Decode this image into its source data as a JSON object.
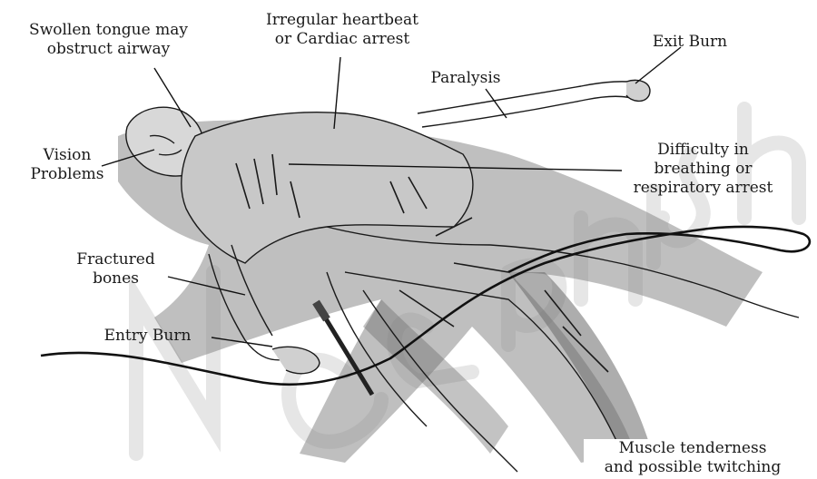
{
  "labels": {
    "swollen_tongue": [
      "Swollen tongue may",
      "obstruct airway"
    ],
    "heartbeat": [
      "Irregular heartbeat",
      "or Cardiac arrest"
    ],
    "exit_burn": [
      "Exit Burn"
    ],
    "paralysis": [
      "Paralysis"
    ],
    "vision": [
      "Vision",
      "Problems"
    ],
    "breathing": [
      "Difficulty in",
      "breathing or",
      "respiratory arrest"
    ],
    "fractured": [
      "Fractured",
      "bones"
    ],
    "entry_burn": [
      "Entry Burn"
    ],
    "muscle": [
      "Muscle tenderness",
      "and possible twitching"
    ]
  },
  "watermark": {
    "text": "NCERT not to be republished",
    "color": "#e3e3e3"
  },
  "colors": {
    "ink": "#1a1a1a",
    "shade_dark": "#5a5a5a",
    "shade_light": "#bdbdbd"
  }
}
